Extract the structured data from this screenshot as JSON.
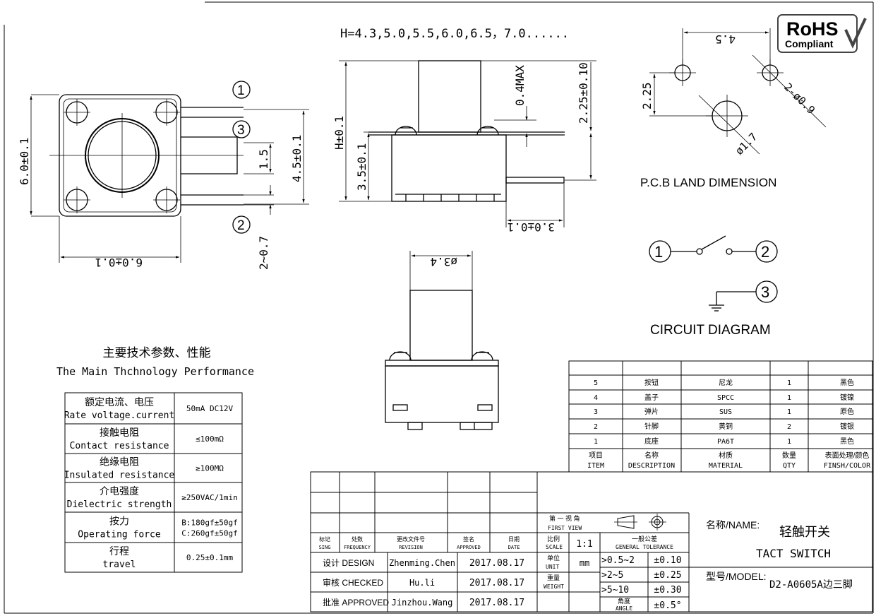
{
  "heights_note": "H=4.3,5.0,5.5,6.0,6.5，7.0......",
  "rohs": {
    "line1": "RoHS",
    "line2": "Compliant"
  },
  "top_view": {
    "dim_width": "6.0±0.1",
    "dim_height": "6.0±0.1",
    "dim_pitch": "4.5±0.1",
    "dim_mid": "1.5",
    "dim_lead": "2~0.7",
    "pin1": "1",
    "pin2": "2",
    "pin3": "3"
  },
  "side_view": {
    "dim_h": "H±0.1",
    "dim_body": "3.5±0.1",
    "dim_travel": "0.4MAX",
    "dim_lead_pos": "2.25±0.10",
    "dim_lead_len": "3.0±0.1"
  },
  "front_view": {
    "dim_dia": "ø3.4"
  },
  "pcb": {
    "title": "P.C.B LAND DIMENSION",
    "dim_45": "4.5",
    "dim_225": "2.25",
    "dim_hole": "2-ø0.9",
    "dim_center": "ø1.7"
  },
  "circuit": {
    "title": "CIRCUIT DIAGRAM",
    "n1": "1",
    "n2": "2",
    "n3": "3"
  },
  "specs": {
    "title_cn": "主要技术参数、性能",
    "title_en": "The Main Thchnology Performance",
    "rows": [
      {
        "cn": "额定电流、电压",
        "en": "Rate voltage.current",
        "v1": "50mA DC12V",
        "v2": ""
      },
      {
        "cn": "接触电阻",
        "en": "Contact resistance",
        "v1": "≤100mΩ",
        "v2": ""
      },
      {
        "cn": "绝缘电阻",
        "en": "Insulated resistance",
        "v1": "≥100MΩ",
        "v2": ""
      },
      {
        "cn": "介电强度",
        "en": "Dielectric strength",
        "v1": "≥250VAC/1min",
        "v2": ""
      },
      {
        "cn": "按力",
        "en": "Operating force",
        "v1": "B:180gf±50gf",
        "v2": "C:260gf±50gf"
      },
      {
        "cn": "行程",
        "en": "travel",
        "v1": "0.25±0.1mm",
        "v2": ""
      }
    ]
  },
  "bom": {
    "rows": [
      {
        "no": "5",
        "name": "按钮",
        "mat": "尼龙",
        "qty": "1",
        "finish": "黑色"
      },
      {
        "no": "4",
        "name": "盖子",
        "mat": "SPCC",
        "qty": "1",
        "finish": "镀镍"
      },
      {
        "no": "3",
        "name": "弹片",
        "mat": "SUS",
        "qty": "1",
        "finish": "原色"
      },
      {
        "no": "2",
        "name": "针脚",
        "mat": "黄铜",
        "qty": "2",
        "finish": "镀银"
      },
      {
        "no": "1",
        "name": "底座",
        "mat": "PA6T",
        "qty": "1",
        "finish": "黑色"
      }
    ],
    "header": [
      {
        "cn": "项目",
        "en": "ITEM"
      },
      {
        "cn": "名称",
        "en": "DESCRIPTION"
      },
      {
        "cn": "材质",
        "en": "MATERIAL"
      },
      {
        "cn": "数量",
        "en": "QTY"
      },
      {
        "cn": "表面处理/颜色",
        "en": "FINSH/COLOR"
      }
    ]
  },
  "title_block": {
    "rev_headers": [
      {
        "cn": "标记",
        "en": "SING"
      },
      {
        "cn": "处数",
        "en": "FREQUENCY"
      },
      {
        "cn": "更改文件号",
        "en": "REVISION"
      },
      {
        "cn": "签名",
        "en": "APPROVED"
      },
      {
        "cn": "日期",
        "en": "DATE"
      }
    ],
    "people": [
      {
        "role": "设计 DESIGN",
        "name": "Zhenming.Chen",
        "date": "2017.08.17"
      },
      {
        "role": "审核 CHECKED",
        "name": "Hu.li",
        "date": "2017.08.17"
      },
      {
        "role": "批准 APPROVED",
        "name": "Jinzhou.Wang",
        "date": "2017.08.17"
      }
    ],
    "projection_cn": "第 一 视 角",
    "projection_en": "FIRST VIEW",
    "scale_cn": "比例",
    "scale_en": "SCALE",
    "scale": "1:1",
    "unit_cn": "单位",
    "unit_en": "UNIT",
    "unit": "mm",
    "weight_cn": "重量",
    "weight_en": "WEIGHT",
    "tol_cn": "一般公差",
    "tol_en": "GENERAL TOLERANCE",
    "tolerances": [
      {
        "range": ">0.5~2",
        "tol": "±0.10"
      },
      {
        "range": ">2~5",
        "tol": "±0.25"
      },
      {
        "range": ">5~10",
        "tol": "±0.30"
      }
    ],
    "angle_cn": "角度",
    "angle_en": "ANGLE",
    "angle_tol": "±0.5°",
    "name_label": "名称/NAME:",
    "name_cn": "轻触开关",
    "name_en": "TACT  SWITCH",
    "model_label": "型号/MODEL:",
    "model": "D2-A0605A边三脚"
  }
}
